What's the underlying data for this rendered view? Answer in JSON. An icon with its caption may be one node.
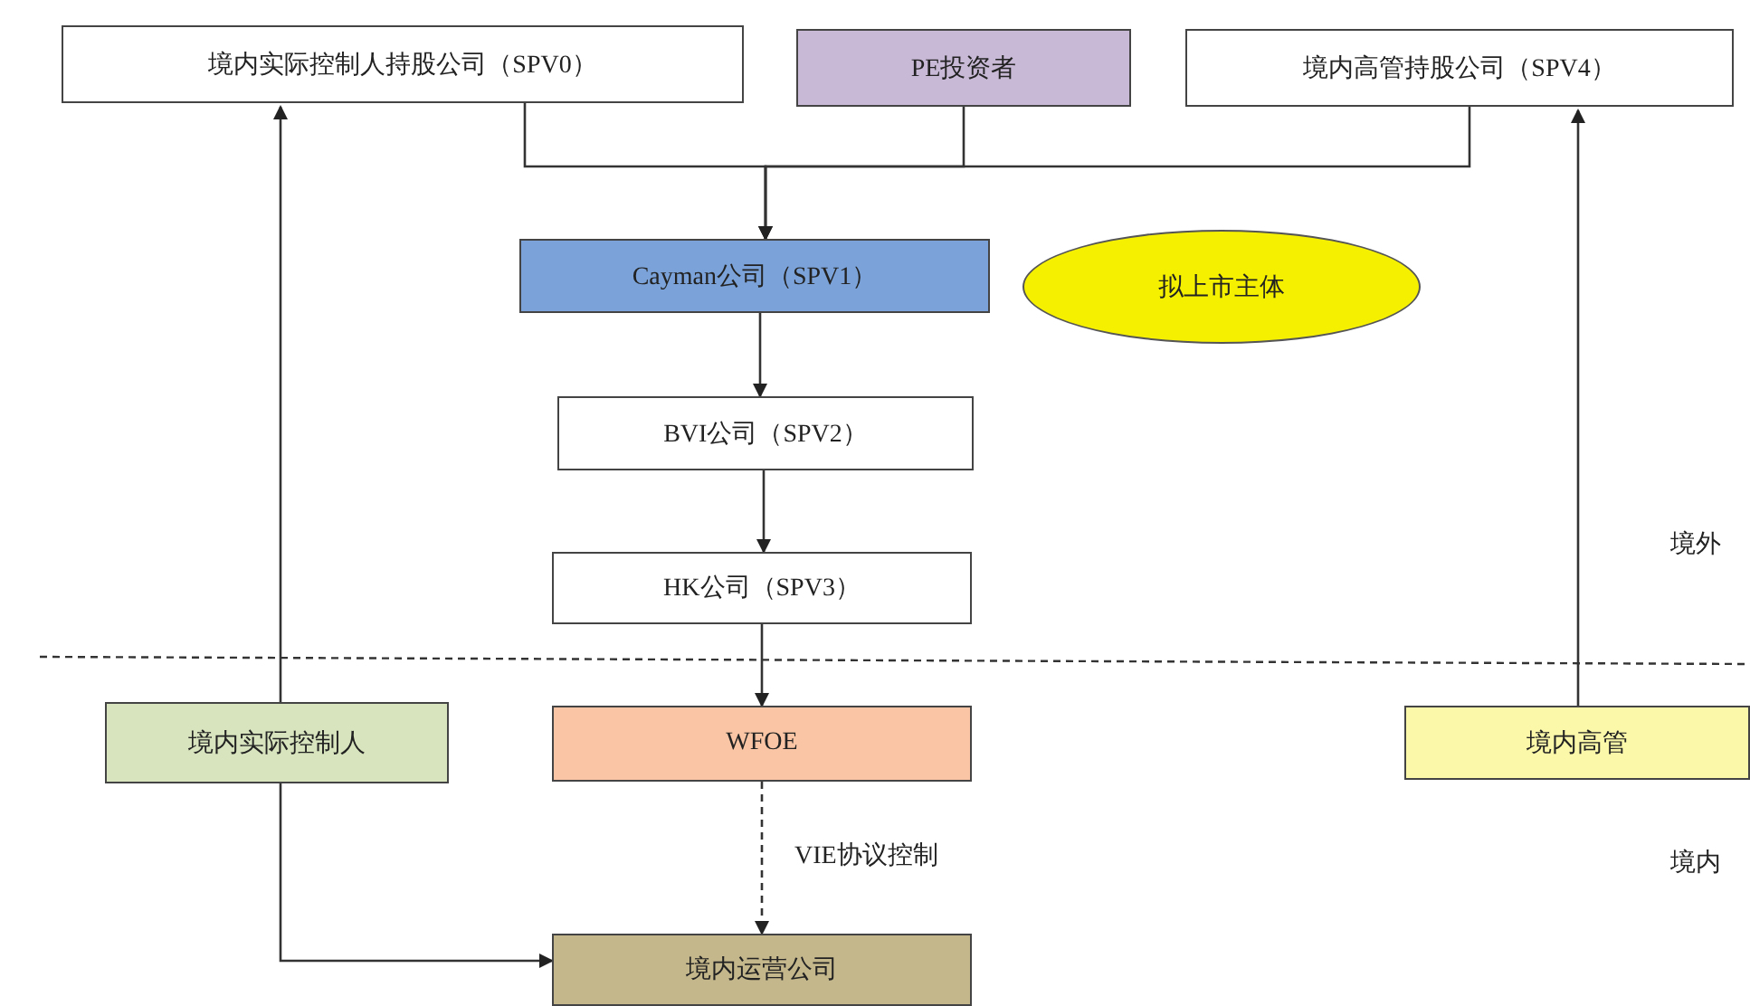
{
  "diagram": {
    "nodes": [
      {
        "text": [
          "境内实际控制人持股公司（SPV0）"
        ]
      },
      {
        "text": [
          "PE投资者"
        ]
      },
      {
        "text": [
          "境内高管持股公司（SPV4）"
        ]
      },
      {
        "text": [
          "Cayman公司（SPV1）"
        ]
      },
      {
        "text": [
          "拟上市主体"
        ]
      },
      {
        "text": [
          "BVI公司（SPV2）"
        ]
      },
      {
        "text": [
          "HK公司（SPV3）"
        ]
      },
      {
        "text": [
          "境内实际控制人"
        ]
      },
      {
        "text": [
          "WFOE"
        ]
      },
      {
        "text": [
          "境内高管"
        ]
      },
      {
        "text": [
          "境内运营公司"
        ]
      }
    ],
    "edges": [
      {
        "from": 0,
        "to": 3,
        "arrow": "to"
      },
      {
        "from": 1,
        "to": 3,
        "arrow": "to"
      },
      {
        "from": 2,
        "to": 3,
        "arrow": "to"
      },
      {
        "from": 3,
        "to": 5,
        "arrow": "to"
      },
      {
        "from": 5,
        "to": 6,
        "arrow": "to"
      },
      {
        "from": 6,
        "to": 8,
        "arrow": "to"
      },
      {
        "from": 8,
        "to": 10,
        "arrow": "to",
        "style": "dashed",
        "label": "VIE协议控制"
      },
      {
        "from": 7,
        "to": 0,
        "arrow": "to"
      },
      {
        "from": 7,
        "to": 10,
        "arrow": "to"
      },
      {
        "from": 9,
        "to": 2,
        "arrow": "to"
      }
    ],
    "labels": [
      "境外",
      "境内"
    ]
  }
}
